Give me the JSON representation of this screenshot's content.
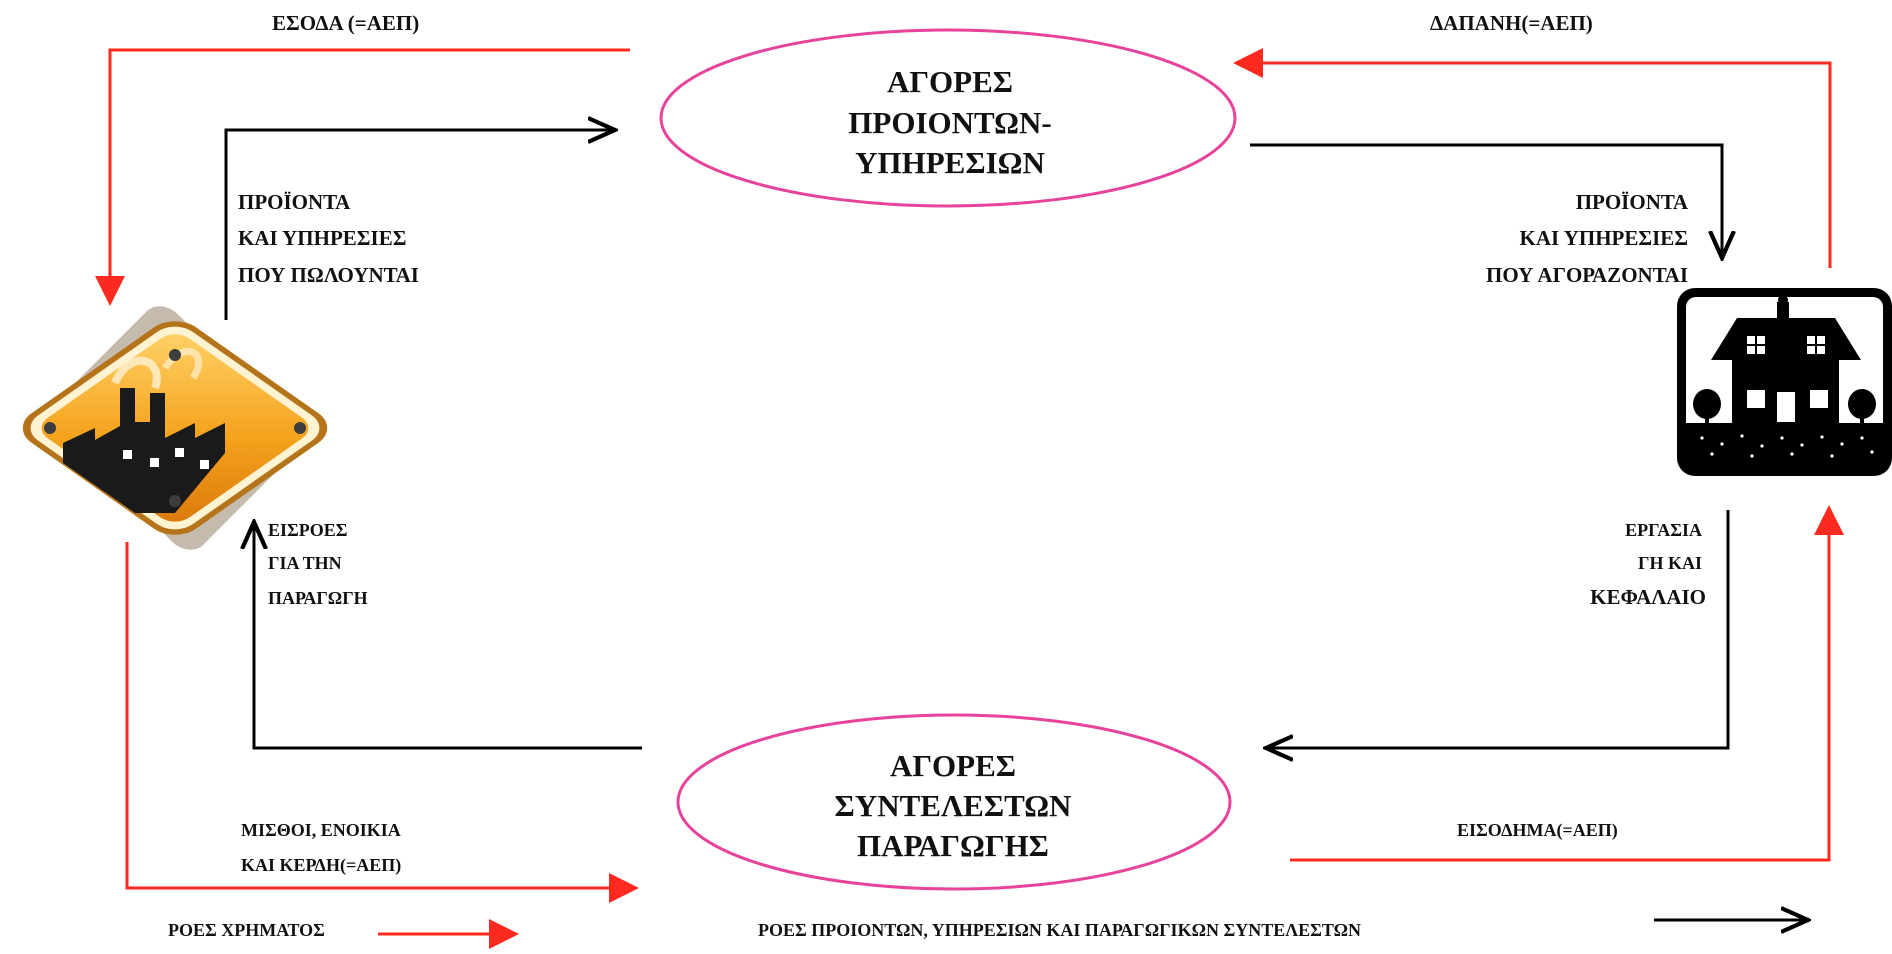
{
  "colors": {
    "money_flow": "#ff2a1f",
    "goods_flow": "#000000",
    "market_ellipse": "#e8439a",
    "background": "#ffffff",
    "firm_icon_orange": "#f5a21c",
    "house_icon": "#000000"
  },
  "markets": {
    "products": {
      "lines": [
        "ΑΓΟΡΕΣ",
        "ΠΡΟΙΟΝΤΩΝ-",
        "ΥΠΗΡΕΣΙΩΝ"
      ]
    },
    "factors": {
      "lines": [
        "ΑΓΟΡΕΣ",
        "ΣΥΝΤΕΛΕΣΤΩΝ",
        "ΠΑΡΑΓΩΓΗΣ"
      ]
    }
  },
  "labels": {
    "revenue": "ΕΣΟΔΑ (=ΑΕΠ)",
    "spending": "ΔΑΠΑΝΗ(=ΑΕΠ)",
    "goods_sold": [
      "ΠΡΟΪΟΝΤΑ",
      "ΚΑΙ ΥΠΗΡΕΣΙΕΣ",
      "ΠΟΥ ΠΩΛΟΥΝΤΑΙ"
    ],
    "goods_bought": [
      "ΠΡΟΪΟΝΤΑ",
      "ΚΑΙ ΥΠΗΡΕΣΙΕΣ",
      "ΠΟΥ ΑΓΟΡΑΖΟΝΤΑΙ"
    ],
    "inputs": [
      "ΕΙΣΡΟΕΣ",
      "ΓΙΑ ΤΗΝ",
      "ΠΑΡΑΓΩΓΗ"
    ],
    "factors_supplied": [
      "ΕΡΓΑΣΙΑ",
      "ΓΗ ΚΑΙ",
      "ΚΕΦΑΛΑΙΟ"
    ],
    "wages": [
      "ΜΙΣΘΟΙ, ΕΝΟΙΚΙΑ",
      "ΚΑΙ ΚΕΡΔΗ(=ΑΕΠ)"
    ],
    "income": "ΕΙΣΟΔΗΜΑ(=ΑΕΠ)"
  },
  "legend": {
    "money": "ΡΟΕΣ  ΧΡΗΜΑΤΟΣ",
    "goods": "ΡΟΕΣ  ΠΡΟΙΟΝΤΩΝ, ΥΠΗΡΕΣΙΩΝ ΚΑΙ  ΠΑΡΑΓΩΓΙΚΩΝ ΣΥΝΤΕΛΕΣΤΩΝ"
  },
  "icons": {
    "firm": "factory-icon",
    "household": "house-icon"
  }
}
